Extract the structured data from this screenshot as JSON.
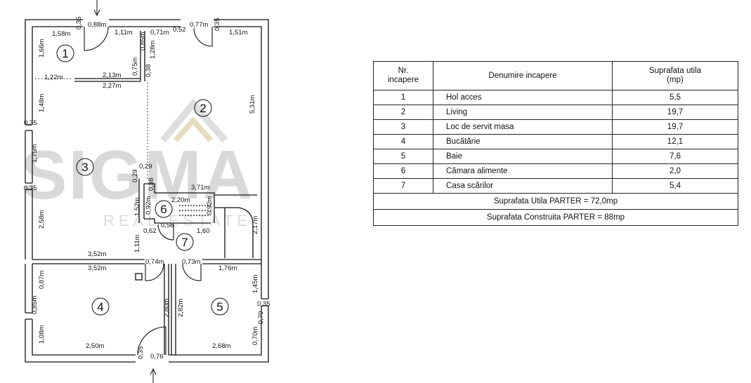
{
  "floor_plan": {
    "watermark": {
      "brand": "SIGMA",
      "tagline": "REAL ESTATE"
    },
    "rooms": [
      {
        "number": "1"
      },
      {
        "number": "2"
      },
      {
        "number": "3"
      },
      {
        "number": "4"
      },
      {
        "number": "5"
      },
      {
        "number": "6"
      },
      {
        "number": "7"
      }
    ],
    "dimensions": [
      "0,35",
      "0,88m",
      "1,58m",
      "1,11m",
      "0,71m",
      "0,52",
      "0,77m",
      "0,35",
      "1,51m",
      "1,66m",
      "0,85m",
      "1,28m",
      "0,75m",
      "0,38",
      "1,22m",
      "2,13m",
      "2,27m",
      "1,48m",
      "5,31m",
      "0,35",
      "1,75m",
      "0,29",
      "0,29",
      "0,38",
      "0,35",
      "3,71m",
      "2,20m",
      "1,52m",
      "0,92m",
      "0,92m",
      "2,58m",
      "0,62",
      "0,58",
      "1,60",
      "2,17m",
      "1,11m",
      "3,52m",
      "3,52m",
      "0,74m",
      "0,73m",
      "1,76m",
      "0,87m",
      "1,45m",
      "0,85m",
      "2,80m",
      "2,82m",
      "0,35",
      "0,70",
      "1,08m",
      "2,50m",
      "2,68m",
      "0,70m",
      "0,35",
      "0,76"
    ]
  },
  "table": {
    "headers": {
      "nr": "Nr.\nincapere",
      "name": "Denumire incapere",
      "area": "Suprafata utila\n(mp)"
    },
    "rows": [
      {
        "nr": "1",
        "name": "Hol acces",
        "area": "5,5"
      },
      {
        "nr": "2",
        "name": "Living",
        "area": "19,7"
      },
      {
        "nr": "3",
        "name": "Loc de servit masa",
        "area": "19,7"
      },
      {
        "nr": "4",
        "name": "Bucătărie",
        "area": "12,1"
      },
      {
        "nr": "5",
        "name": "Baie",
        "area": "7,6"
      },
      {
        "nr": "6",
        "name": "Cămara alimente",
        "area": "2,0"
      },
      {
        "nr": "7",
        "name": "Casa scărilor",
        "area": "5,4"
      }
    ],
    "summary": {
      "usable": "Suprafata Utila PARTER = 72,0mp",
      "built": "Suprafata Construita PARTER = 88mp"
    }
  }
}
